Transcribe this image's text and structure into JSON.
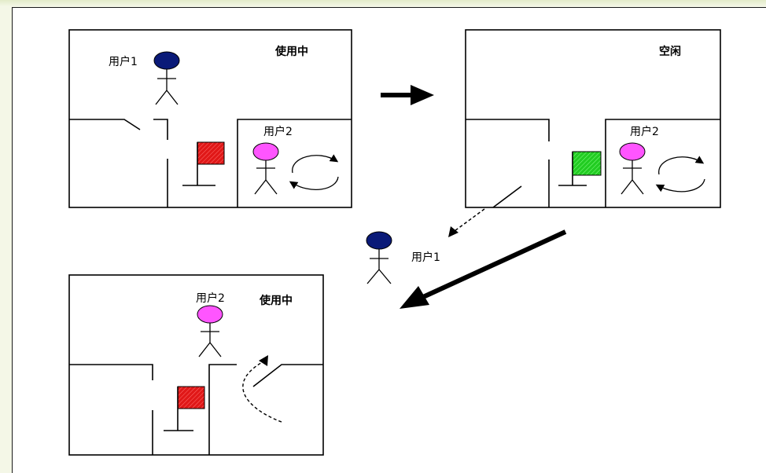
{
  "labels": {
    "user1": "用户1",
    "user2": "用户2",
    "in_use": "使用中",
    "idle": "空闲"
  },
  "colors": {
    "user1_head": "#0a1a78",
    "user2_head": "#ff55ff",
    "flag_occupied": "#e01818",
    "flag_free": "#22cc22",
    "background": "#f4f7e7"
  },
  "icons": {
    "person": "stick-figure-icon",
    "flag": "flag-icon",
    "cycle": "circular-arrows-icon"
  }
}
